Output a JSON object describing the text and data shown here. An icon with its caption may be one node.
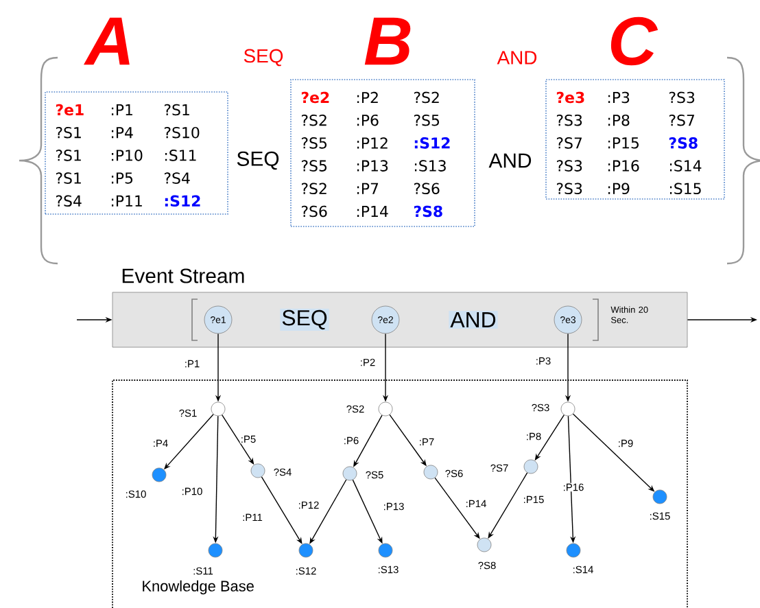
{
  "diagram": {
    "nodes": [
      {
        "text": [
          "A",
          "?e1",
          ":P1",
          "?S1",
          "?S1",
          ":P4",
          "?S10",
          "?S1",
          ":P10",
          ":S11",
          "?S1",
          ":P5",
          "?S4",
          "?S4",
          ":P11",
          ":S12"
        ]
      },
      {
        "text": [
          "B",
          "?e2",
          ":P2",
          "?S2",
          "?S2",
          ":P6",
          "?S5",
          "?S5",
          ":P12",
          ":S12",
          "?S5",
          ":P13",
          ":S13",
          "?S2",
          ":P7",
          "?S6",
          "?S6",
          ":P14",
          "?S8"
        ]
      },
      {
        "text": [
          "C",
          "?e3",
          ":P3",
          "?S3",
          "?S3",
          ":P8",
          "?S7",
          "?S7",
          ":P15",
          "?S8",
          "?S3",
          ":P16",
          ":S14",
          "?S3",
          ":P9",
          ":S15"
        ]
      },
      {
        "text": [
          "Event Stream",
          "SEQ",
          "AND",
          "Within 20 Sec."
        ]
      },
      {
        "text": [
          "?e1"
        ],
        "in": 3
      },
      {
        "text": [
          "?e2"
        ],
        "in": 3
      },
      {
        "text": [
          "?e3"
        ],
        "in": 3
      },
      {
        "text": [
          "Knowledge Base"
        ]
      },
      {
        "text": [],
        "shape": "circle",
        "in": 7,
        "beside": [
          "?S1"
        ]
      },
      {
        "text": [],
        "shape": "circle",
        "in": 7,
        "beside": [
          "?S2"
        ]
      },
      {
        "text": [],
        "shape": "circle",
        "in": 7,
        "beside": [
          "?S3"
        ]
      },
      {
        "text": [],
        "shape": "circle",
        "in": 7,
        "beside": [
          ":S10"
        ]
      },
      {
        "text": [],
        "shape": "circle",
        "in": 7,
        "beside": [
          "?S4"
        ]
      },
      {
        "text": [],
        "shape": "circle",
        "in": 7,
        "beside": [
          "?S5"
        ]
      },
      {
        "text": [],
        "shape": "circle",
        "in": 7,
        "beside": [
          "?S6"
        ]
      },
      {
        "text": [],
        "shape": "circle",
        "in": 7,
        "beside": [
          "?S7"
        ]
      },
      {
        "text": [],
        "shape": "circle",
        "in": 7,
        "beside": [
          ":S15"
        ]
      },
      {
        "text": [],
        "shape": "circle",
        "in": 7,
        "beside": [
          ":S11"
        ]
      },
      {
        "text": [],
        "shape": "circle",
        "in": 7,
        "beside": [
          ":S12"
        ]
      },
      {
        "text": [],
        "shape": "circle",
        "in": 7,
        "beside": [
          ":S13"
        ]
      },
      {
        "text": [],
        "shape": "circle",
        "in": 7,
        "beside": [
          "?S8"
        ]
      },
      {
        "text": [],
        "shape": "circle",
        "in": 7,
        "beside": [
          ":S14"
        ]
      }
    ],
    "edges": [
      {
        "from": null,
        "to": 3,
        "arrow": "to"
      },
      {
        "from": 3,
        "to": null,
        "arrow": "to"
      },
      {
        "from": 4,
        "to": 8,
        "arrow": "to",
        "label": ":P1"
      },
      {
        "from": 5,
        "to": 9,
        "arrow": "to",
        "label": ":P2"
      },
      {
        "from": 6,
        "to": 10,
        "arrow": "to",
        "label": ":P3"
      },
      {
        "from": 8,
        "to": 11,
        "arrow": "to",
        "label": ":P4"
      },
      {
        "from": 8,
        "to": 17,
        "arrow": "to",
        "label": ":P10"
      },
      {
        "from": 8,
        "to": 12,
        "arrow": "to",
        "label": ":P5"
      },
      {
        "from": 12,
        "to": 18,
        "arrow": "to",
        "label": ":P11"
      },
      {
        "from": 9,
        "to": 13,
        "arrow": "to",
        "label": ":P6"
      },
      {
        "from": 13,
        "to": 18,
        "arrow": "to",
        "label": ":P12"
      },
      {
        "from": 13,
        "to": 19,
        "arrow": "to",
        "label": ":P13"
      },
      {
        "from": 9,
        "to": 14,
        "arrow": "to",
        "label": ":P7"
      },
      {
        "from": 14,
        "to": 20,
        "arrow": "to",
        "label": ":P14"
      },
      {
        "from": 10,
        "to": 15,
        "arrow": "to",
        "label": ":P8"
      },
      {
        "from": 15,
        "to": 20,
        "arrow": "to",
        "label": ":P15"
      },
      {
        "from": 10,
        "to": 21,
        "arrow": "to",
        "label": ":P16"
      },
      {
        "from": 10,
        "to": 16,
        "arrow": "to",
        "label": ":P9"
      }
    ],
    "labels": [
      "SEQ",
      "AND",
      "SEQ",
      "AND"
    ]
  }
}
